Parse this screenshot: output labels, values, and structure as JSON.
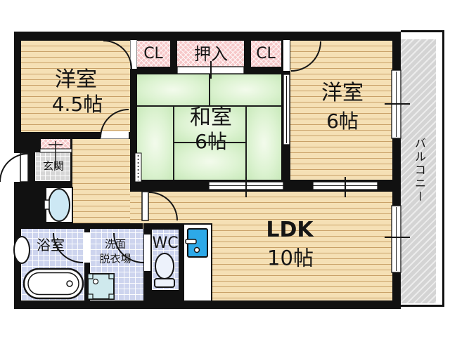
{
  "floorplan": {
    "rooms": {
      "western_small": {
        "label": "洋室",
        "size": "4.5帖"
      },
      "japanese": {
        "label": "和室",
        "size": "6帖"
      },
      "western_large": {
        "label": "洋室",
        "size": "6帖"
      },
      "ldk": {
        "label": "LDK",
        "size": "10帖"
      },
      "balcony": {
        "label": "バルコニー"
      },
      "entrance": {
        "label": "玄関"
      },
      "bathroom": {
        "label": "浴室"
      },
      "washroom": {
        "line1": "洗面",
        "line2": "脱衣場"
      },
      "toilet": {
        "label": "WC"
      },
      "closet_left": {
        "label": "CL"
      },
      "closet_center": {
        "label": "押入"
      },
      "closet_right": {
        "label": "CL"
      }
    },
    "colors": {
      "wall": "#111111",
      "wood_floor": "#f5e0b5",
      "wood_line": "#c9a168",
      "tatami_green": "#d5efc8",
      "closet_pink": "#f6c7c8",
      "wet_tile_blue": "#cdd4ee",
      "entrance_tile_gray": "#d6d6d6",
      "balcony_gray": "#d4d4d4",
      "kitchen_sink_blue": "#2da9e8",
      "fixture_cyan": "#cde8f4"
    }
  }
}
